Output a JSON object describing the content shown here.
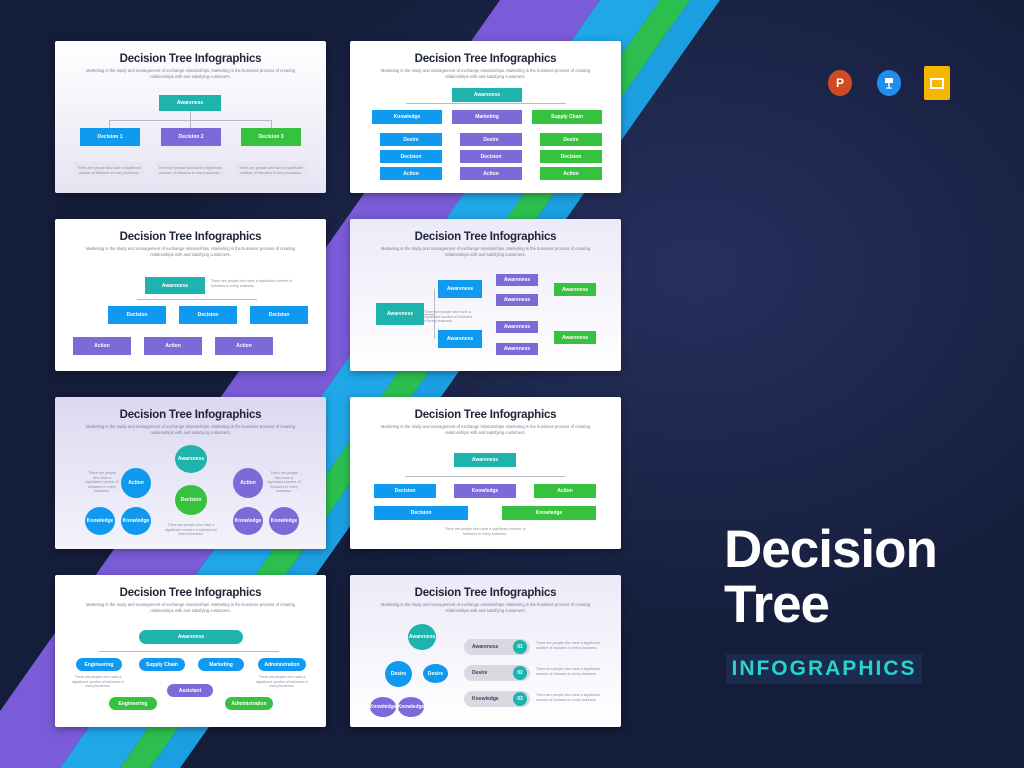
{
  "slide_title": "Decision Tree Infographics",
  "slide_subtitle": "Marketing is the study and management of exchange relationships. Marketing is the business process of creating relationships with and satisfying customers.",
  "note_text": "There are people who have a significant number of followers in every business.",
  "apps": {
    "powerpoint_letter": "P",
    "keynote_name": "keynote-icon",
    "slides_name": "google-slides-icon"
  },
  "hero": {
    "line1": "Decision",
    "line2": "Tree",
    "tag": "INFOGRAPHICS"
  },
  "s1": {
    "root": "Awareness",
    "d1": "Decision 1",
    "d2": "Decision 2",
    "d3": "Decision 3"
  },
  "s2": {
    "root": "Awareness",
    "c1": "Knowledge",
    "c2": "Marketing",
    "c3": "Supply Chain",
    "r1": "Desire",
    "r2": "Decision",
    "r3": "Action"
  },
  "s3": {
    "root": "Awareness",
    "d": "Decision",
    "a": "Action"
  },
  "s4": {
    "root": "Awareness",
    "mid": "Awareness",
    "leaf": "Awareness"
  },
  "s5": {
    "top": "Awareness",
    "center": "Decision",
    "action": "Action",
    "knowledge": "Knowledge"
  },
  "s6": {
    "root": "Awareness",
    "decision": "Decision",
    "knowledge": "Knowledge",
    "action": "Action"
  },
  "s7": {
    "root": "Awareness",
    "engineering": "Engineering",
    "supply": "Supply Chain",
    "marketing": "Marketing",
    "admin": "Administration",
    "assistant": "Assistant"
  },
  "s8": {
    "root": "Awareness",
    "desire": "Desire",
    "knowledge": "Knowledge",
    "items": [
      "Awareness",
      "Desire",
      "Knowledge"
    ],
    "nums": [
      "01",
      "02",
      "03"
    ]
  }
}
